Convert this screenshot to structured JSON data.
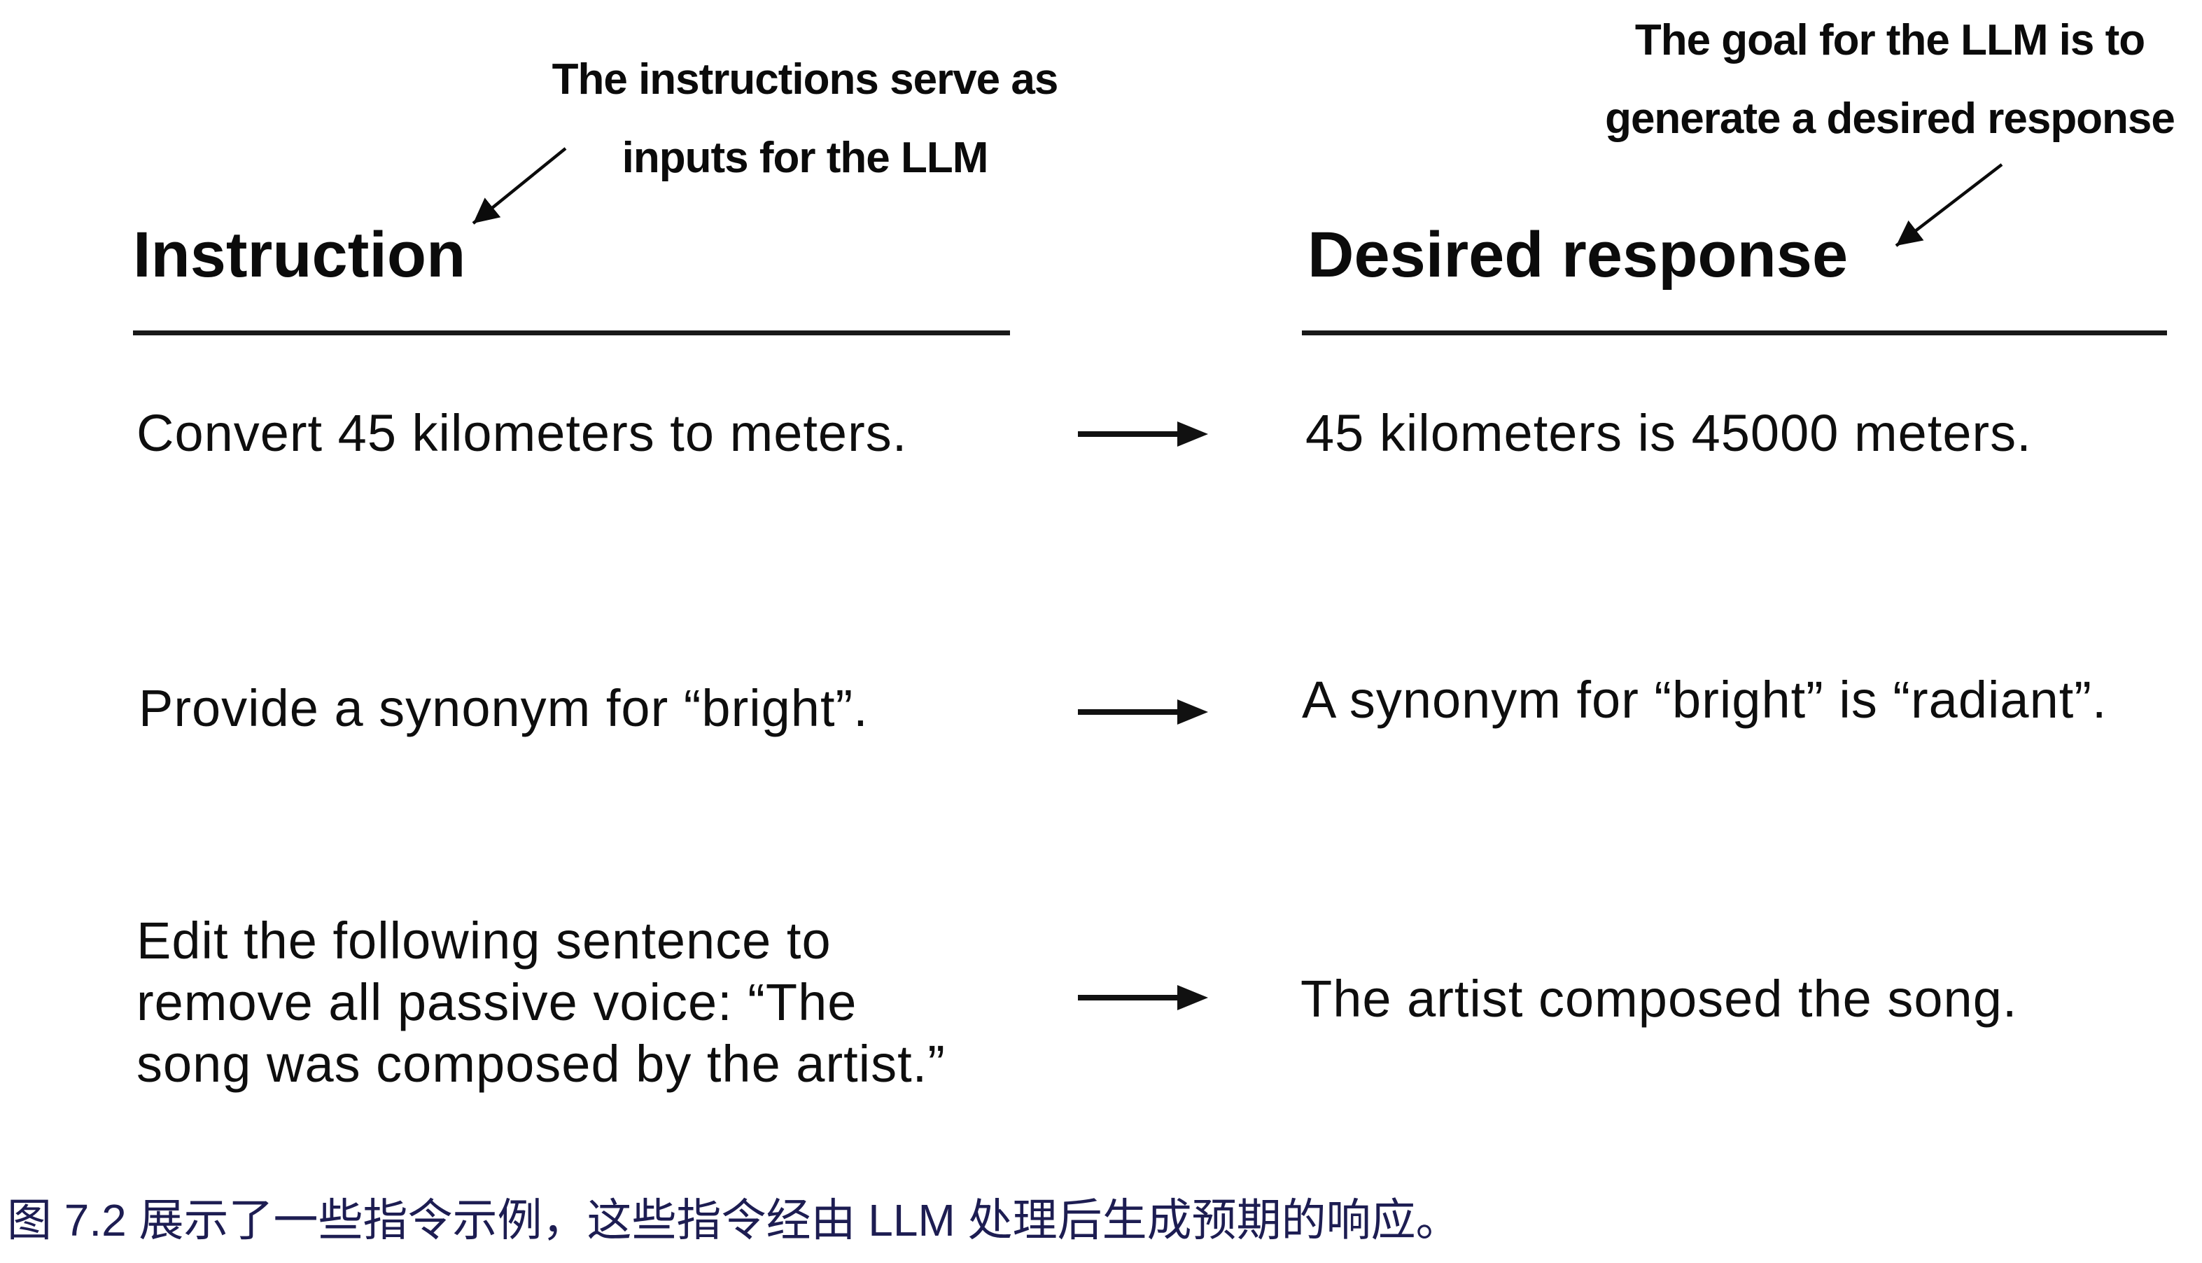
{
  "annotations": {
    "instruction_note": "The instructions serve as\ninputs for the LLM",
    "response_note": "The goal for the LLM is to\ngenerate a desired response"
  },
  "columns": {
    "instruction": {
      "header": "Instruction"
    },
    "desired_response": {
      "header": "Desired response"
    }
  },
  "rows": [
    {
      "instruction": "Convert 45 kilometers to meters.",
      "response": "45 kilometers is 45000 meters."
    },
    {
      "instruction": "Provide a synonym for “bright”.",
      "response": "A synonym for “bright” is “radiant”."
    },
    {
      "instruction": "Edit the following sentence to\nremove all passive voice: “The\nsong was composed by the artist.”",
      "response": "The artist composed the song."
    }
  ],
  "caption": "图 7.2 展示了一些指令示例，这些指令经由 LLM 处理后生成预期的响应。",
  "icons": {
    "maps_to_arrow": "→",
    "annotation_pointer": "↙"
  },
  "colors": {
    "text": "#0e0e0e",
    "rule": "#191919",
    "caption": "#1d1d52",
    "background": "#ffffff"
  }
}
